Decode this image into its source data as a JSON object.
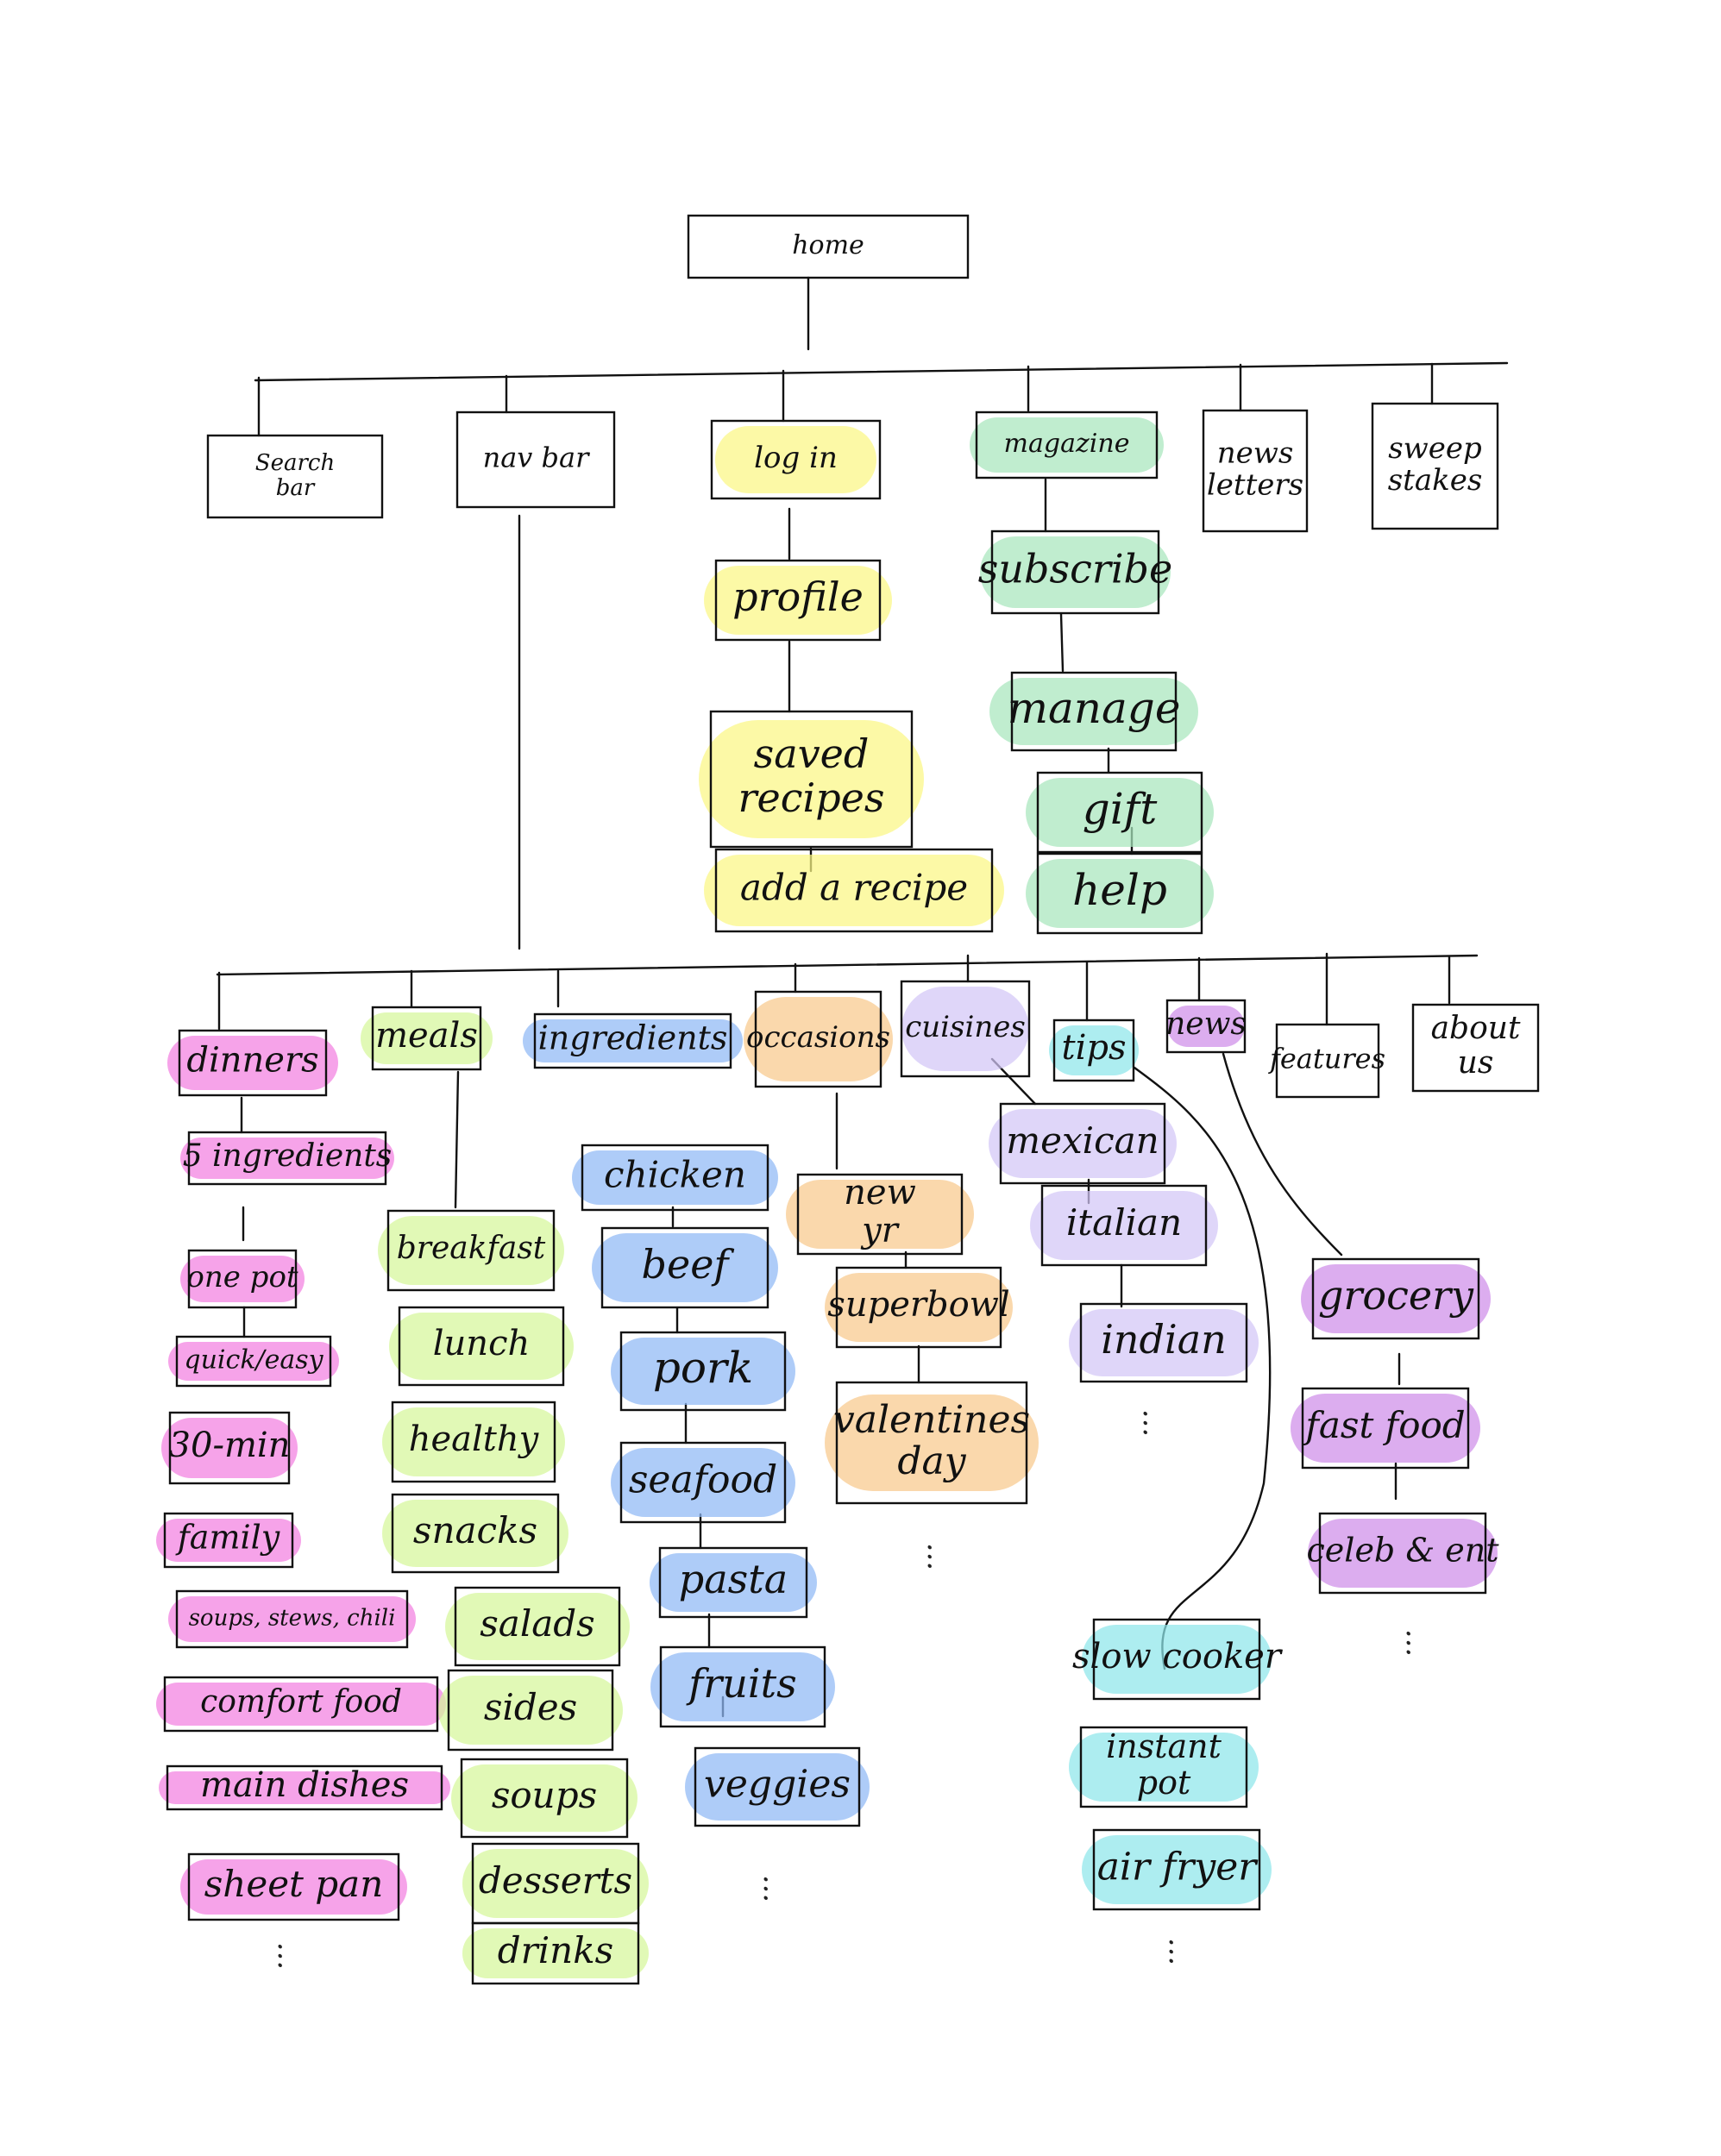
{
  "palette": {
    "pink": "#f27fe0",
    "lime": "#d6f79a",
    "blue": "#8fb8f5",
    "orange": "#f8c98c",
    "lavender": "#d2c6f7",
    "cyan": "#8ee6ea",
    "purple": "#cf8ee9",
    "yellow": "#fbf784",
    "green": "#a8e6bd",
    "ink": "#111111"
  },
  "root": {
    "label": "home"
  },
  "top": {
    "search": {
      "label": "Search bar"
    },
    "nav": {
      "label": "nav bar"
    },
    "login": {
      "label": "log in",
      "highlight": "yellow"
    },
    "magazine": {
      "label": "magazine",
      "highlight": "green"
    },
    "newsletters": {
      "label": "news letters"
    },
    "sweepstakes": {
      "label": "sweep stakes"
    }
  },
  "login_branch": {
    "profile": {
      "label": "profile",
      "highlight": "yellow"
    },
    "saved": {
      "label": "saved recipes",
      "highlight": "yellow"
    },
    "add": {
      "label": "add a recipe",
      "highlight": "yellow"
    }
  },
  "magazine_branch": {
    "subscribe": {
      "label": "subscribe",
      "highlight": "green"
    },
    "manage": {
      "label": "manage",
      "highlight": "green"
    },
    "gift": {
      "label": "gift",
      "highlight": "green"
    },
    "help": {
      "label": "help",
      "highlight": "green"
    }
  },
  "nav_items": {
    "dinners": {
      "label": "dinners",
      "highlight": "pink"
    },
    "meals": {
      "label": "meals",
      "highlight": "lime"
    },
    "ingredients": {
      "label": "ingredients",
      "highlight": "blue"
    },
    "occasions": {
      "label": "occasions",
      "highlight": "orange"
    },
    "cuisines": {
      "label": "cuisines",
      "highlight": "lavender"
    },
    "tips": {
      "label": "tips",
      "highlight": "cyan"
    },
    "news": {
      "label": "news",
      "highlight": "purple"
    },
    "features": {
      "label": "features"
    },
    "about": {
      "label": "about us"
    }
  },
  "dinners_list": [
    {
      "label": "5 ingredients"
    },
    {
      "label": "one pot"
    },
    {
      "label": "quick/easy"
    },
    {
      "label": "30-min"
    },
    {
      "label": "family"
    },
    {
      "label": "soups, stews, chili"
    },
    {
      "label": "comfort food"
    },
    {
      "label": "main dishes"
    },
    {
      "label": "sheet pan"
    }
  ],
  "meals_list": [
    {
      "label": "breakfast"
    },
    {
      "label": "lunch"
    },
    {
      "label": "healthy"
    },
    {
      "label": "snacks"
    },
    {
      "label": "salads"
    },
    {
      "label": "sides"
    },
    {
      "label": "soups"
    },
    {
      "label": "desserts"
    },
    {
      "label": "drinks"
    }
  ],
  "ingredients_list": [
    {
      "label": "chicken"
    },
    {
      "label": "beef"
    },
    {
      "label": "pork"
    },
    {
      "label": "seafood"
    },
    {
      "label": "pasta"
    },
    {
      "label": "fruits"
    },
    {
      "label": "veggies"
    }
  ],
  "occasions_list": [
    {
      "label": "new yr"
    },
    {
      "label": "superbowl"
    },
    {
      "label": "valentines day"
    }
  ],
  "cuisines_list": [
    {
      "label": "mexican"
    },
    {
      "label": "italian"
    },
    {
      "label": "indian"
    }
  ],
  "tips_list": [
    {
      "label": "slow cooker"
    },
    {
      "label": "instant pot"
    },
    {
      "label": "air fryer"
    }
  ],
  "news_list": [
    {
      "label": "grocery"
    },
    {
      "label": "fast food"
    },
    {
      "label": "celeb & ent"
    }
  ],
  "continuation": "..."
}
